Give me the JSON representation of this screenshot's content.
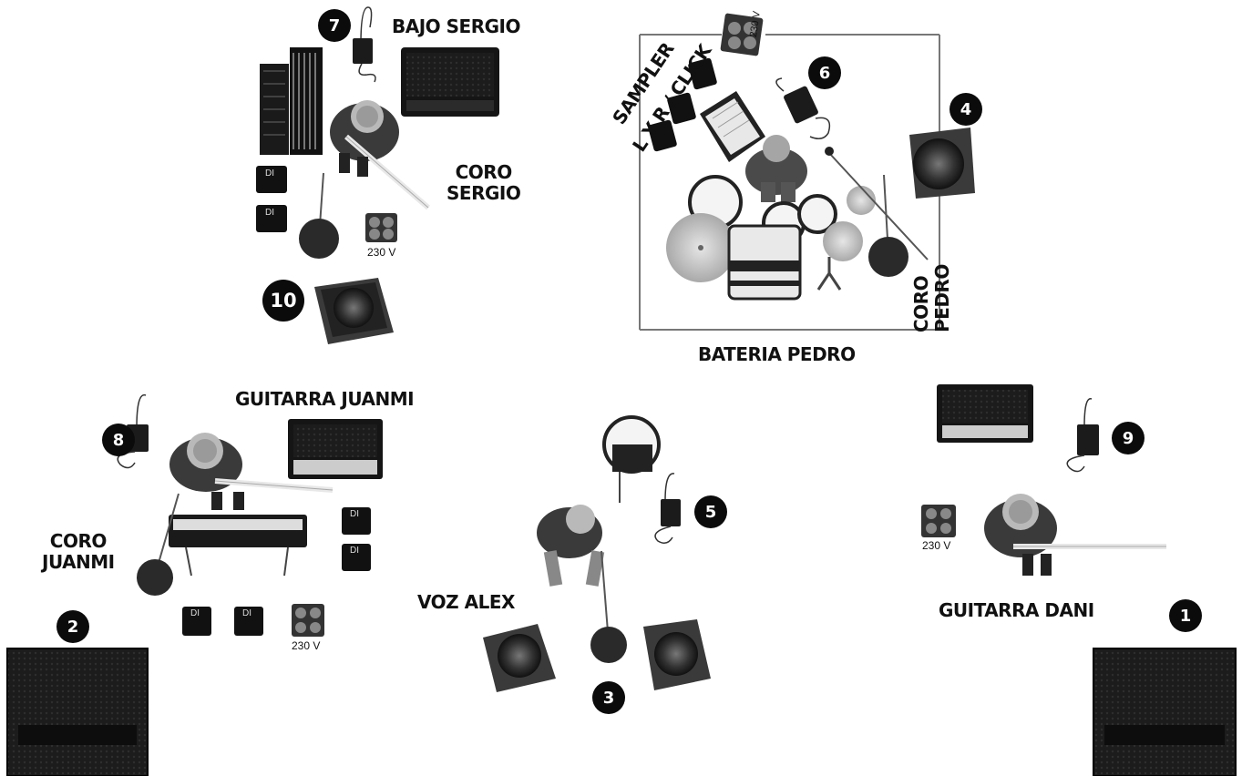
{
  "labels": {
    "bajo_sergio": "BAJO SERGIO",
    "coro_sergio_1": "CORO",
    "coro_sergio_2": "SERGIO",
    "sampler_1": "SAMPLER",
    "sampler_2": "L Y R / CLICK",
    "coro_pedro_1": "CORO",
    "coro_pedro_2": "PEDRO",
    "bateria_pedro": "BATERIA PEDRO",
    "guitarra_juanmi": "GUITARRA JUANMI",
    "coro_juanmi_1": "CORO",
    "coro_juanmi_2": "JUANMI",
    "voz_alex": "VOZ ALEX",
    "guitarra_dani": "GUITARRA DANI"
  },
  "markers": [
    "1",
    "2",
    "3",
    "4",
    "5",
    "6",
    "7",
    "8",
    "9",
    "10"
  ],
  "power_label": "230 V",
  "di_label": "DI",
  "colors": {
    "ink": "#111111",
    "marker": "#0b0b0b",
    "wedge": "#3a3a3a",
    "amp": "#1a1a1a",
    "cymbal": "#c9c9c9"
  }
}
